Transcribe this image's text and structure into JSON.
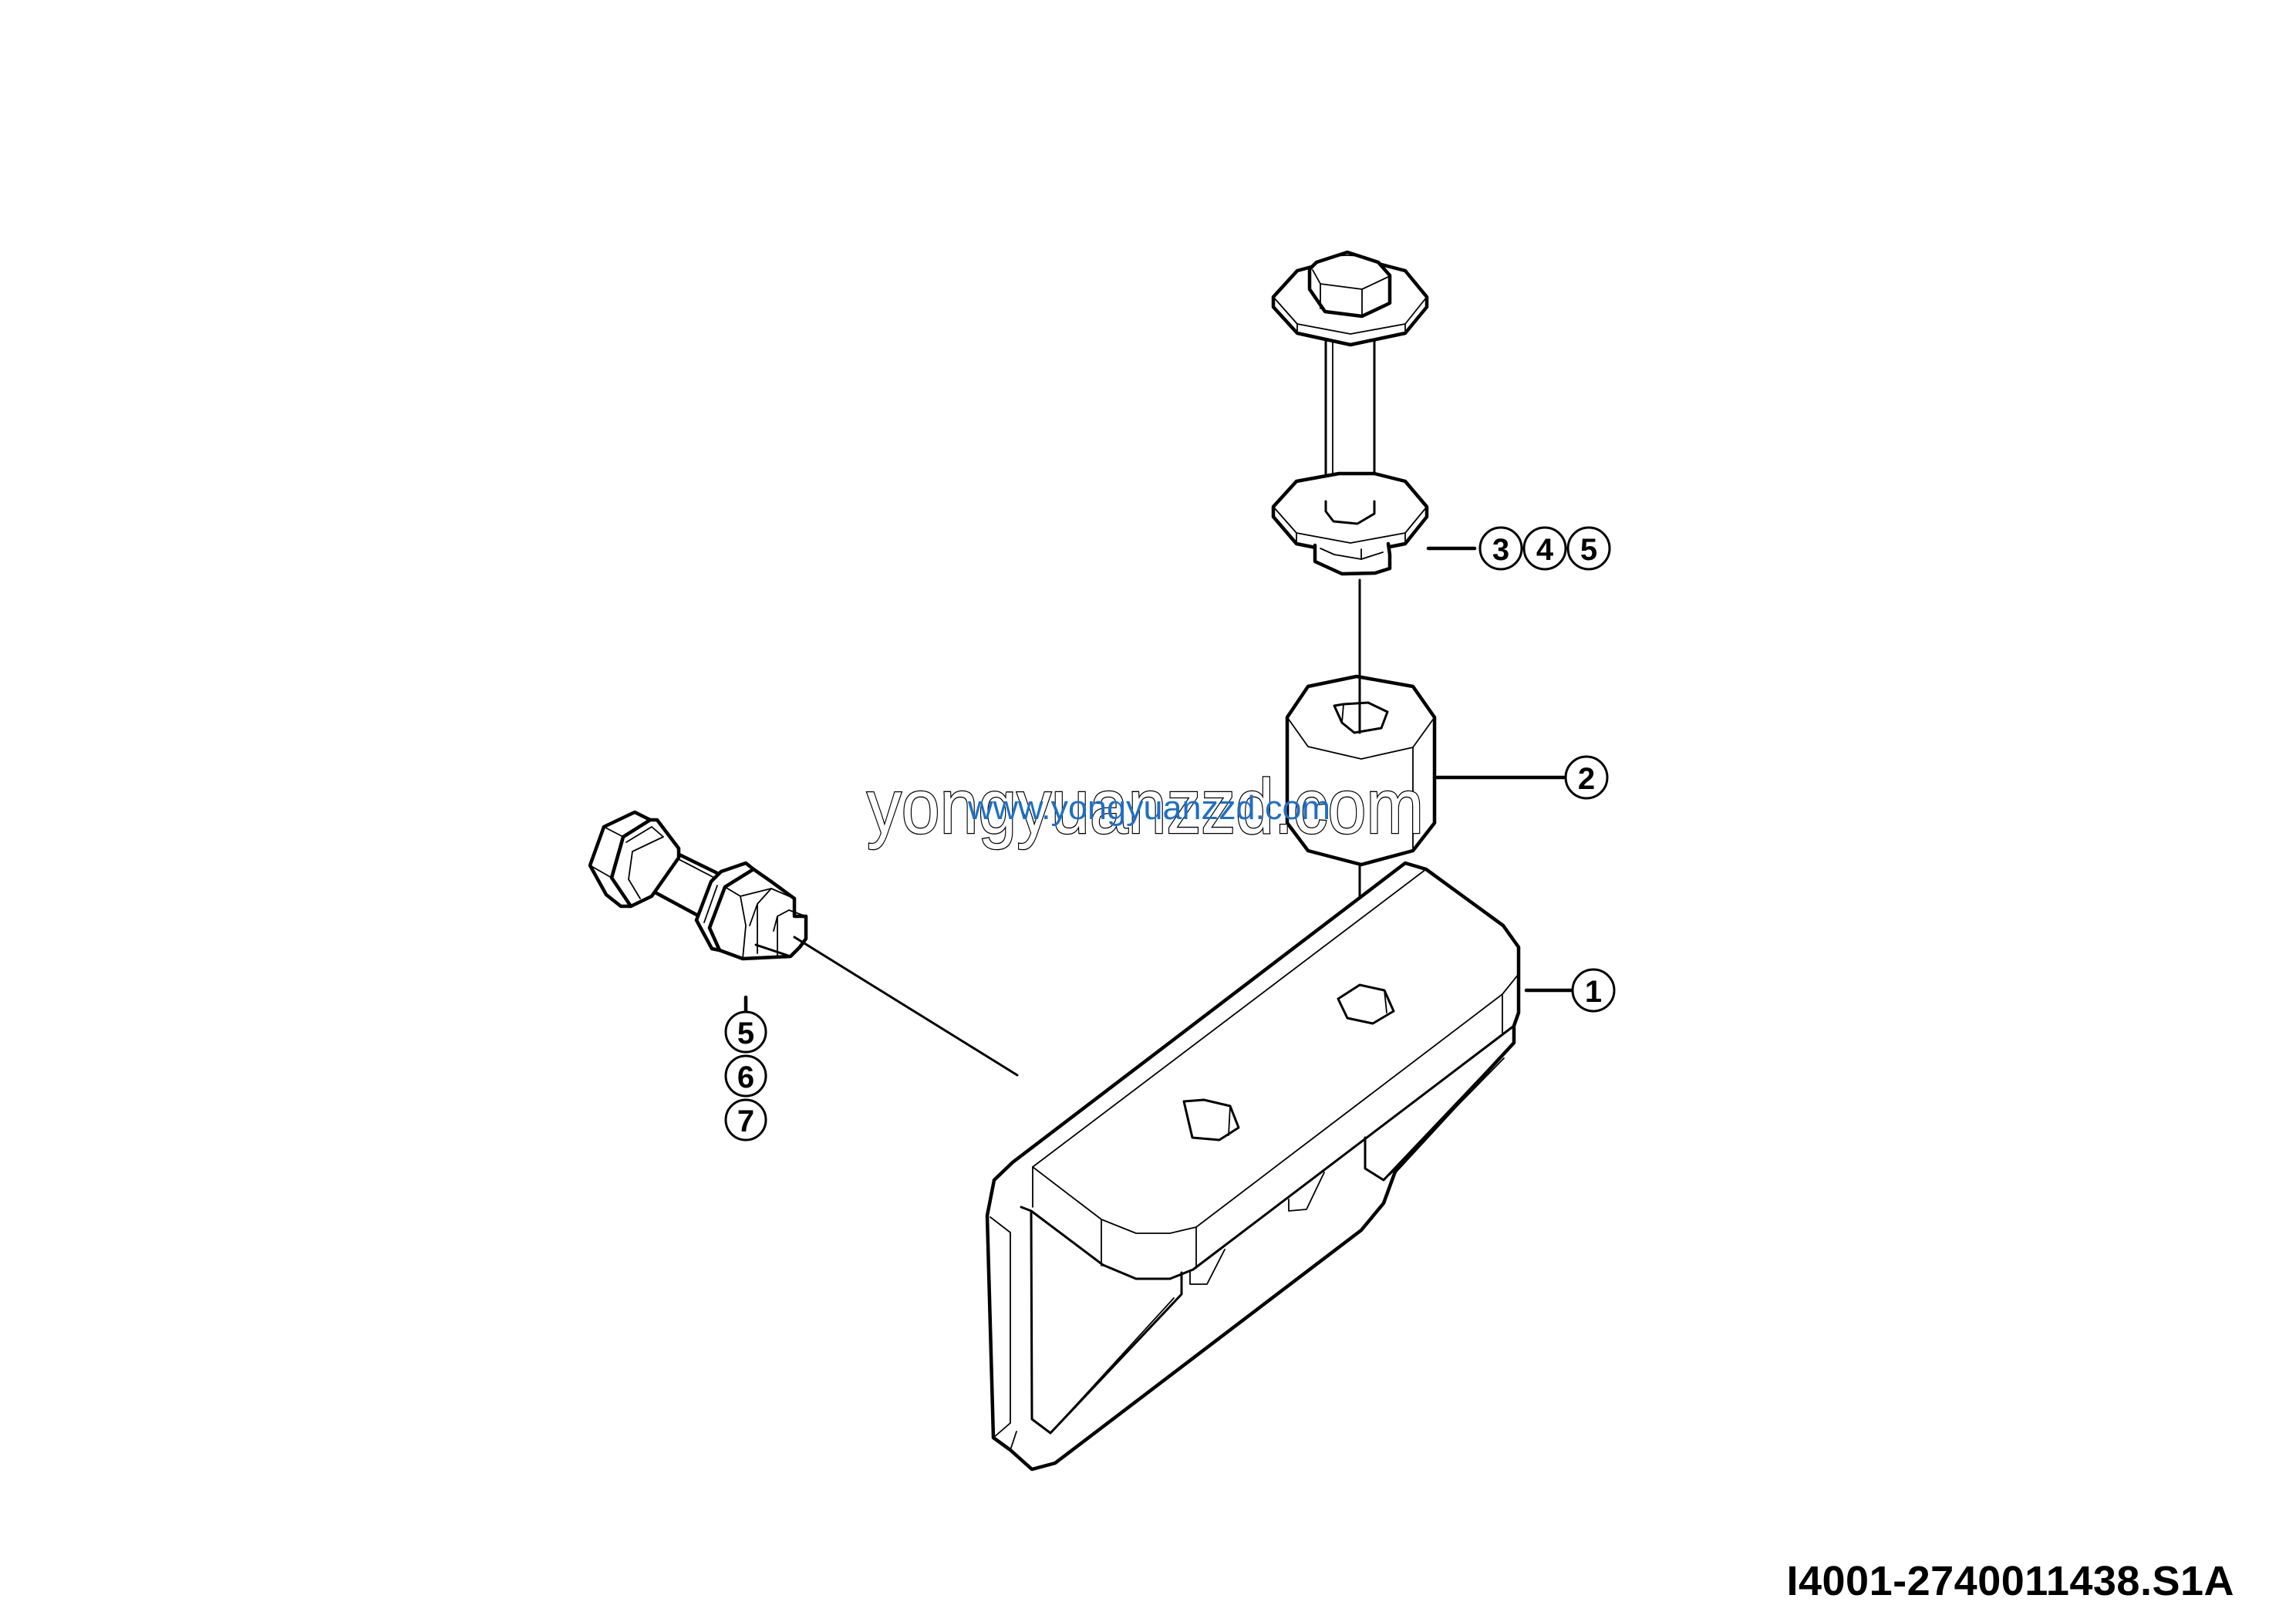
{
  "diagram": {
    "type": "exploded parts diagram",
    "drawing_id": "I4001-2740011438.S1A",
    "callouts": [
      {
        "id": "callout-345",
        "numbers": [
          "3",
          "4",
          "5"
        ],
        "points_to": "upper bolt with washers and nut"
      },
      {
        "id": "callout-2",
        "numbers": [
          "2"
        ],
        "points_to": "octagonal spacer / rubber mount"
      },
      {
        "id": "callout-1",
        "numbers": [
          "1"
        ],
        "points_to": "bracket"
      },
      {
        "id": "callout-567",
        "numbers": [
          "5",
          "6",
          "7"
        ],
        "points_to": "side bolt with washer and nut"
      }
    ],
    "parts": [
      {
        "label": "upper-bolt-assembly",
        "callout": "3,4,5"
      },
      {
        "label": "spacer",
        "callout": "2"
      },
      {
        "label": "bracket",
        "callout": "1"
      },
      {
        "label": "side-bolt-assembly",
        "callout": "5,6,7"
      }
    ]
  },
  "watermark": {
    "outline_text": "yongyuanzzd.com",
    "blue_text": "www.yongyuanzzd.com",
    "blue_color": "#1f6fc4"
  },
  "colors": {
    "background": "#ffffff",
    "line": "#000000"
  }
}
